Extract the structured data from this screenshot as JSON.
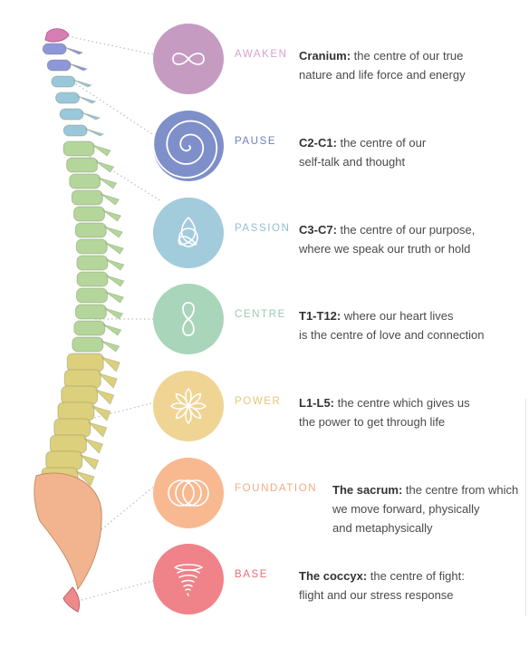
{
  "chakras": [
    {
      "key": "awaken",
      "label": "AWAKEN",
      "circle_color": "#C69BC2",
      "label_color": "#D6A3CD",
      "icon": "infinity-icon",
      "term": "Cranium:",
      "text1": " the centre of our true",
      "text2": "nature and life force and energy"
    },
    {
      "key": "pause",
      "label": "PAUSE",
      "circle_color": "#7E8FC9",
      "label_color": "#6F7FC0",
      "icon": "spiral-icon",
      "term": "C2-C1:",
      "text1": " the centre of our",
      "text2": "self-talk and thought"
    },
    {
      "key": "passion",
      "label": "PASSION",
      "circle_color": "#A2CBDC",
      "label_color": "#93BFD2",
      "icon": "triquetra-icon",
      "term": "C3-C7:",
      "text1": " the centre of our purpose,",
      "text2": "where we speak our truth or hold"
    },
    {
      "key": "centre",
      "label": "CENTRE",
      "circle_color": "#A9D5BA",
      "label_color": "#9CCBAF",
      "icon": "figure-eight-icon",
      "term": "T1-T12:",
      "text1": " where our heart lives",
      "text2": "is the centre of love and connection"
    },
    {
      "key": "power",
      "label": "POWER",
      "circle_color": "#EFD494",
      "label_color": "#E4C77A",
      "icon": "flower-icon",
      "term": "L1-L5:",
      "text1": " the centre which gives us",
      "text2": "the power to get through life"
    },
    {
      "key": "foundation",
      "label": "FOUNDATION",
      "circle_color": "#F8B991",
      "label_color": "#F2AB80",
      "icon": "interlocking-rings-icon",
      "term": "The sacrum:",
      "text1": " the centre from which",
      "text2": "we move forward, physically",
      "text3": "and metaphysically"
    },
    {
      "key": "base",
      "label": "BASE",
      "circle_color": "#EF8389",
      "label_color": "#E96E77",
      "icon": "vortex-icon",
      "term": "The coccyx:",
      "text1": " the centre of fight:",
      "text2": "flight and our stress response"
    }
  ],
  "colors": {
    "vertebra_cervical_top": "#8E97D8",
    "vertebra_cervical": "#9BC7DA",
    "vertebra_thoracic": "#B4D69B",
    "vertebra_lumbar": "#DDD07C",
    "sacrum": "#F2B48E",
    "cranium": "#D77FB5",
    "coccyx": "#EE8A8C"
  }
}
